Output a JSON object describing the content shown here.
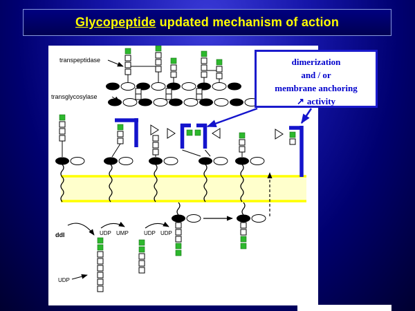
{
  "slide": {
    "title": {
      "highlight": "Glycopeptide",
      "rest": " updated mechanism of action"
    }
  },
  "callout": {
    "line1": "dimerization",
    "line2": "and / or",
    "line3": "membrane anchoring",
    "arrow": "↗",
    "line4": "activity"
  },
  "diagram": {
    "labels": {
      "transpeptidase": "transpeptidase",
      "transglycosylase": "transglycosylase",
      "ddl": "ddl",
      "reaction1_a": "UDP",
      "reaction1_b": "UMP",
      "reaction2_a": "UDP",
      "reaction2_b": "UDP",
      "udp_release": "UDP"
    },
    "colors": {
      "membrane_fill": "#ffffcc",
      "membrane_edge": "#ffff00",
      "glycopeptide_blue": "#1414cc",
      "residue_green": "#2db82d",
      "sugar_dark": "#000000",
      "sugar_light": "#ffffff"
    }
  }
}
